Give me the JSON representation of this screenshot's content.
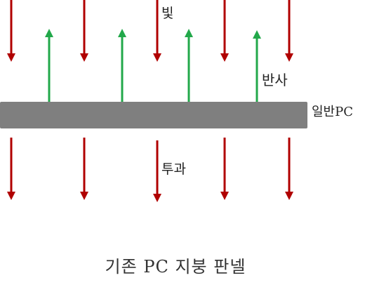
{
  "labels": {
    "light": "빛",
    "reflection": "반사",
    "transmission": "투과",
    "panel": "일반PC"
  },
  "caption": "기존 PC 지붕 판넬",
  "colors": {
    "incident_arrow": "#b00000",
    "reflected_arrow": "#22a84a",
    "transmitted_arrow": "#b00000",
    "panel": "#7f7f7f"
  }
}
